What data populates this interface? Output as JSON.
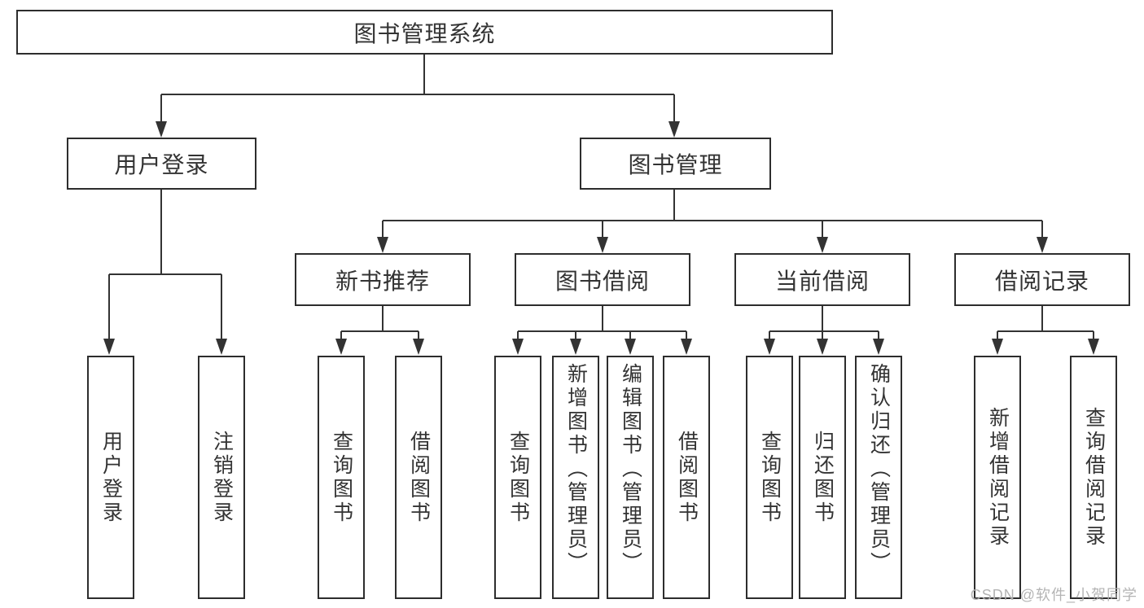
{
  "nodes": {
    "root": "图书管理系统",
    "user_login": "用户登录",
    "book_mgmt": "图书管理",
    "new_books": "新书推荐",
    "borrow": "图书借阅",
    "current": "当前借阅",
    "records": "借阅记录"
  },
  "leaves": {
    "user_login": [
      "用户登录",
      "注销登录"
    ],
    "new_books": [
      "查询图书",
      "借阅图书"
    ],
    "borrow": [
      "查询图书",
      "新增图书（管理员）",
      "编辑图书（管理员）",
      "借阅图书"
    ],
    "current": [
      "查询图书",
      "归还图书",
      "确认归还（管理员）"
    ],
    "records": [
      "新增借阅记录",
      "查询借阅记录"
    ]
  },
  "watermark": "CSDN @软件_小贺同学",
  "colors": {
    "line": "#333333",
    "border": "#2d2d2d",
    "text": "#333333",
    "watermark": "#b1b1b1",
    "background": "#ffffff"
  }
}
